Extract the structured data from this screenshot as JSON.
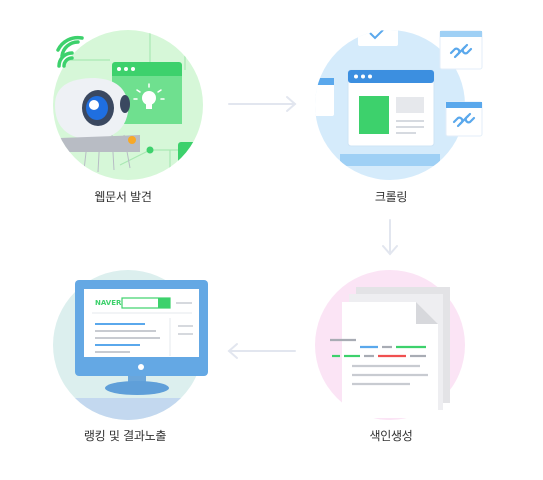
{
  "steps": [
    {
      "label": "웹문서 발견"
    },
    {
      "label": "크롤링"
    },
    {
      "label": "색인생성"
    },
    {
      "label": "랭킹 및 결과노출"
    }
  ],
  "search_panel": {
    "brand": "NAVER"
  },
  "colors": {
    "green": "#3dd16c",
    "green_light": "#d6f7d8",
    "blue": "#5aa8ec",
    "blue_light": "#d5ebfb",
    "pink_light": "#fbe4f5",
    "teal_light": "#dcefee",
    "arrow": "#e2e6ef",
    "red": "#f05050"
  }
}
